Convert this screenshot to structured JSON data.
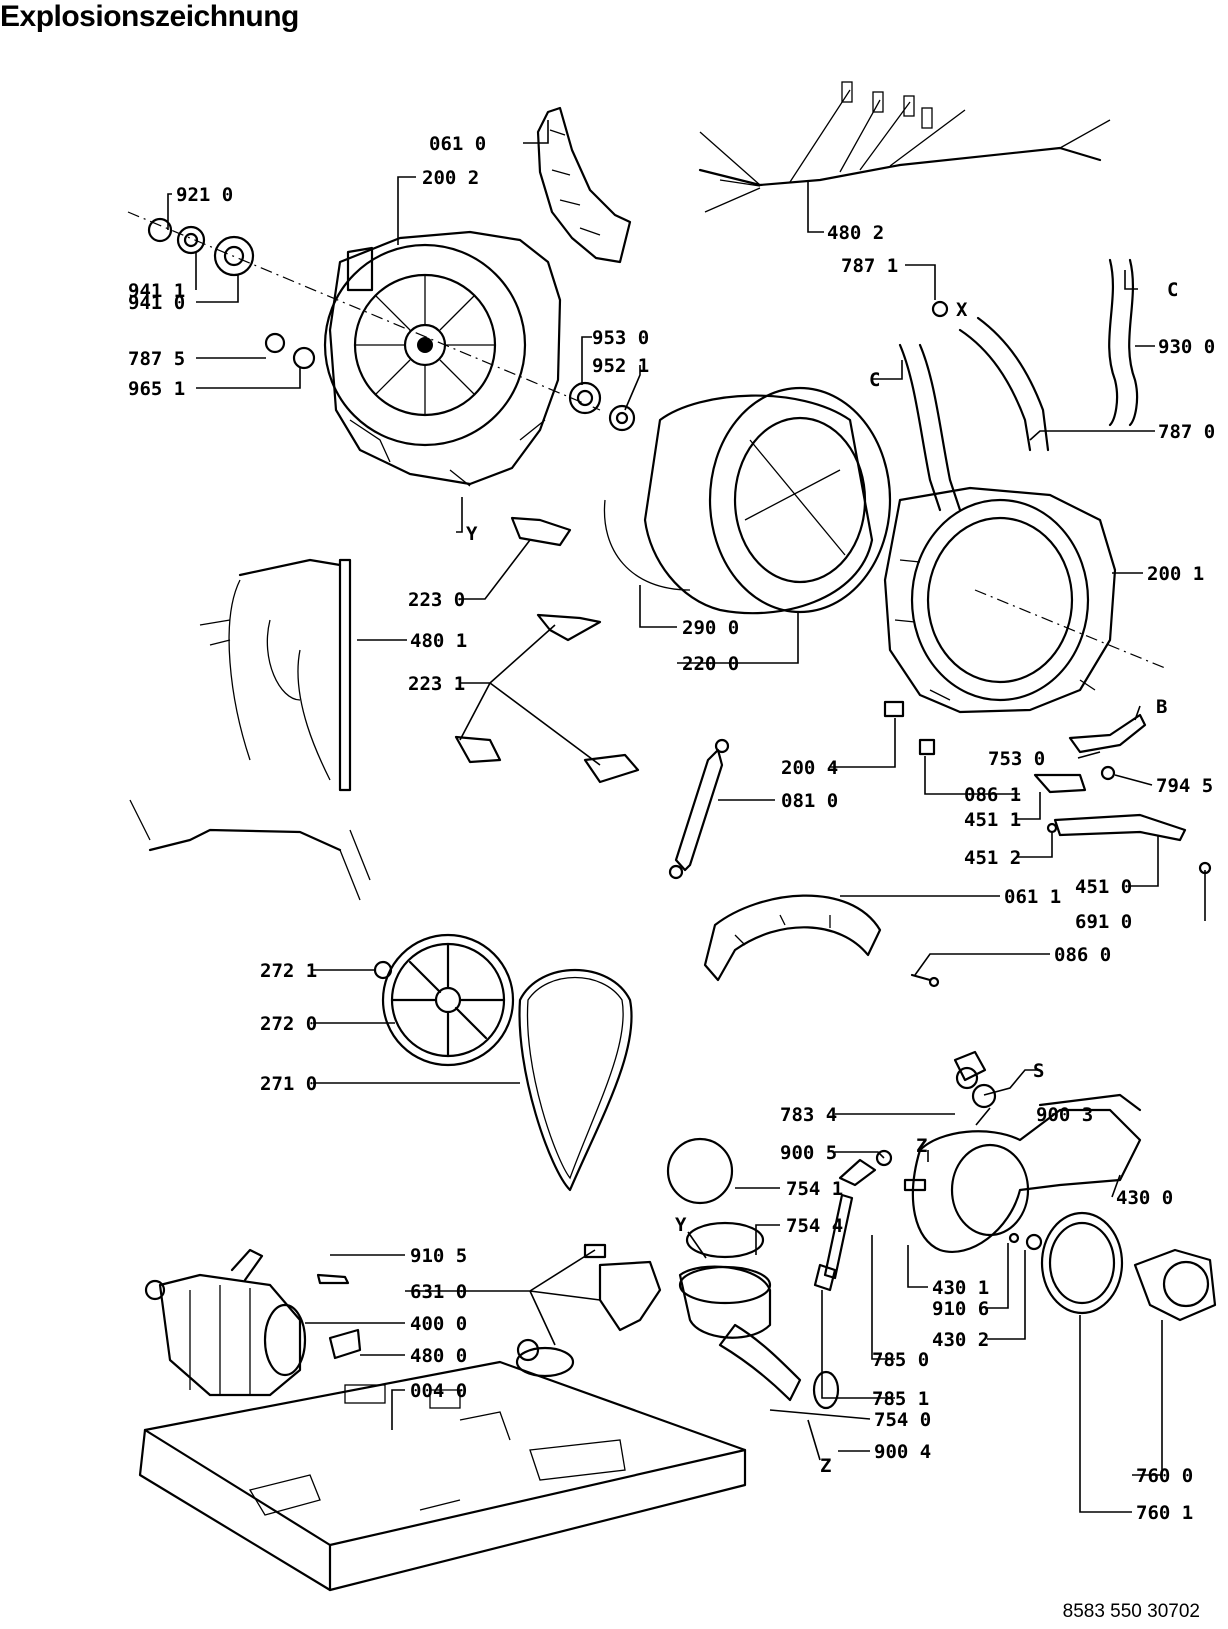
{
  "title": "Explosionszeichnung",
  "document_code": "8583 550 30702",
  "labels": {
    "l0610": "061 0",
    "l2002": "200 2",
    "l9210": "921 0",
    "l9411": "941 1",
    "l9410": "941 0",
    "l7875": "787 5",
    "l9651": "965 1",
    "l4802": "480 2",
    "l7871": "787 1",
    "lX": "X",
    "lC1": "C",
    "l9300": "930 0",
    "lC2": "C",
    "l7870": "787 0",
    "l9530": "953 0",
    "l9521": "952 1",
    "lY1": "Y",
    "l2001": "200 1",
    "l2230": "223 0",
    "l4801": "480 1",
    "l2900": "290 0",
    "l2200": "220 0",
    "l2231": "223 1",
    "lB": "B",
    "l7530": "753 0",
    "l7945": "794 5",
    "l2004": "200 4",
    "l0861": "086 1",
    "l0810": "081 0",
    "l4511": "451 1",
    "l4512": "451 2",
    "l4510": "451 0",
    "l0611": "061 1",
    "l6910": "691 0",
    "l0860": "086 0",
    "l2721": "272 1",
    "l2720": "272 0",
    "l2710": "271 0",
    "lS": "S",
    "l7834": "783 4",
    "l9003": "900 3",
    "lZ1": "Z",
    "l9005": "900 5",
    "l7541": "754 1",
    "l4300": "430 0",
    "lY2": "Y",
    "l7544": "754 4",
    "l9105": "910 5",
    "l6310": "631 0",
    "l4301": "430 1",
    "l9106": "910 6",
    "l4302": "430 2",
    "l4000": "400 0",
    "l7850": "785 0",
    "l4800": "480 0",
    "l7851": "785 1",
    "l0040": "004 0",
    "l7540": "754 0",
    "l9004": "900 4",
    "l7600": "760 0",
    "l7601": "760 1",
    "lZ2": "Z"
  }
}
